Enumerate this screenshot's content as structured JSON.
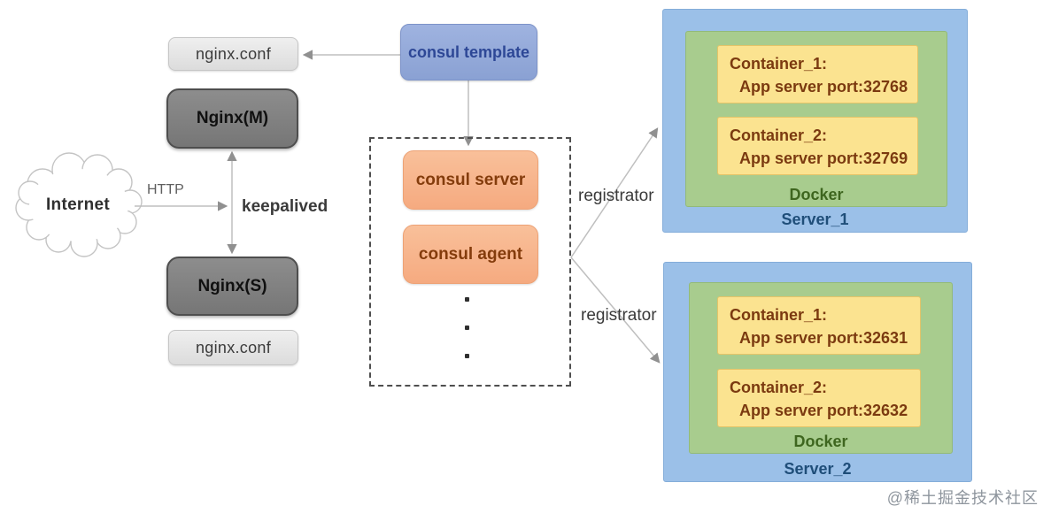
{
  "diagram": {
    "internet_label": "Internet",
    "labels": {
      "http": "HTTP",
      "keepalived": "keepalived",
      "registrator_top": "registrator",
      "registrator_bottom": "registrator"
    },
    "nginx": {
      "conf_top": "nginx.conf",
      "master": "Nginx(M)",
      "backup": "Nginx(S)",
      "conf_bottom": "nginx.conf"
    },
    "consul": {
      "template": "consul template",
      "server": "consul server",
      "agent": "consul agent",
      "dots": [
        "·",
        "·",
        "·"
      ]
    },
    "servers": [
      {
        "name": "Server_1",
        "docker_label": "Docker",
        "containers": [
          {
            "title": "Container_1:",
            "port": "App server port:32768"
          },
          {
            "title": "Container_2:",
            "port": "App server port:32769"
          }
        ]
      },
      {
        "name": "Server_2",
        "docker_label": "Docker",
        "containers": [
          {
            "title": "Container_1:",
            "port": "App server port:32631"
          },
          {
            "title": "Container_2:",
            "port": "App server port:32632"
          }
        ]
      }
    ],
    "watermark": "@稀土掘金技术社区",
    "colors": {
      "consul_template_fill": "#8aa1d3",
      "consul_template_text": "#2d4796",
      "consul_node_fill": "#f5aa80",
      "consul_node_text": "#843c0c",
      "nginx_box_fill": "#7f7f7f",
      "conf_box_fill": "#e4e4e4",
      "server_box_fill": "#9bc0e8",
      "docker_box_fill": "#a8cc8e",
      "container_box_fill": "#fbe390",
      "container_text": "#7b3a10",
      "docker_text": "#3e661f",
      "server_text": "#1f4e79",
      "line_color": "#bfbfbf"
    }
  }
}
